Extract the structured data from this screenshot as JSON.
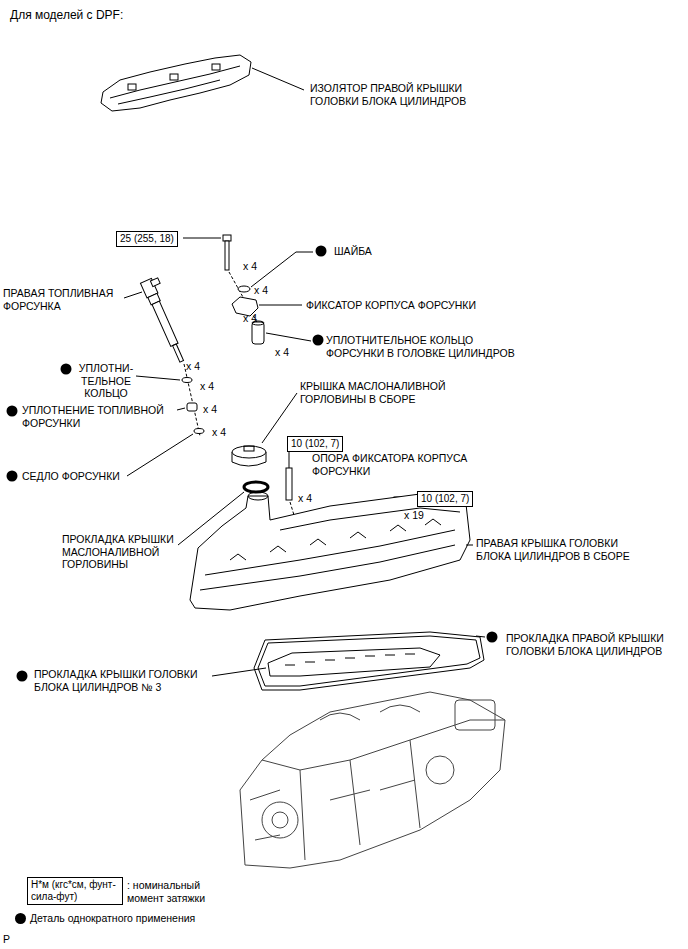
{
  "diagram": {
    "title": "Для моделей с DPF:",
    "nodes": [
      {
        "text": [
          "25 (255, 18)"
        ]
      },
      {
        "text": [
          "10 (102, 7)"
        ]
      },
      {
        "text": [
          "10 (102, 7)"
        ]
      },
      {
        "text": [
          "Н*м (кгс*см, фунт- сила-фут)"
        ]
      }
    ],
    "labels": [
      "ИЗОЛЯТОР ПРАВОЙ КРЫШКИ ГОЛОВКИ БЛОКА ЦИЛИНДРОВ",
      "ШАЙБА",
      "x 4",
      "x 4",
      "ФИКСАТОР КОРПУСА ФОРСУНКИ",
      "x 4",
      "УПЛОТНИТЕЛЬНОЕ КОЛЬЦО ФОРСУНКИ В ГОЛОВКЕ ЦИЛИНДРОВ",
      "x 4",
      "ПРАВАЯ ТОПЛИВНАЯ ФОРСУНКА",
      "x 4",
      "УПЛОТНИ- ТЕЛЬНОЕ КОЛЬЦО",
      "x 4",
      "УПЛОТНЕНИЕ ТОПЛИВНОЙ ФОРСУНКИ",
      "x 4",
      "x 4",
      "СЕДЛО ФОРСУНКИ",
      "КРЫШКА МАСЛОНАЛИВНОЙ ГОРЛОВИНЫ В СБОРЕ",
      "ОПОРА ФИКСАТОРА КОРПУСА ФОРСУНКИ",
      "x 4",
      "x 19",
      "ПРАВАЯ КРЫШКА ГОЛОВКИ БЛОКА ЦИЛИНДРОВ В СБОРЕ",
      "ПРОКЛАДКА КРЫШКИ МАСЛОНАЛИВНОЙ ГОРЛОВИНЫ",
      "ПРОКЛАДКА ПРАВОЙ КРЫШКИ ГОЛОВКИ БЛОКА ЦИЛИНДРОВ",
      "ПРОКЛАДКА КРЫШКИ ГОЛОВКИ БЛОКА ЦИЛИНДРОВ № 3",
      "P"
    ],
    "legend": [
      {
        "text": ": номинальный момент затяжки"
      },
      {
        "text": "Деталь однократного применения"
      }
    ]
  }
}
